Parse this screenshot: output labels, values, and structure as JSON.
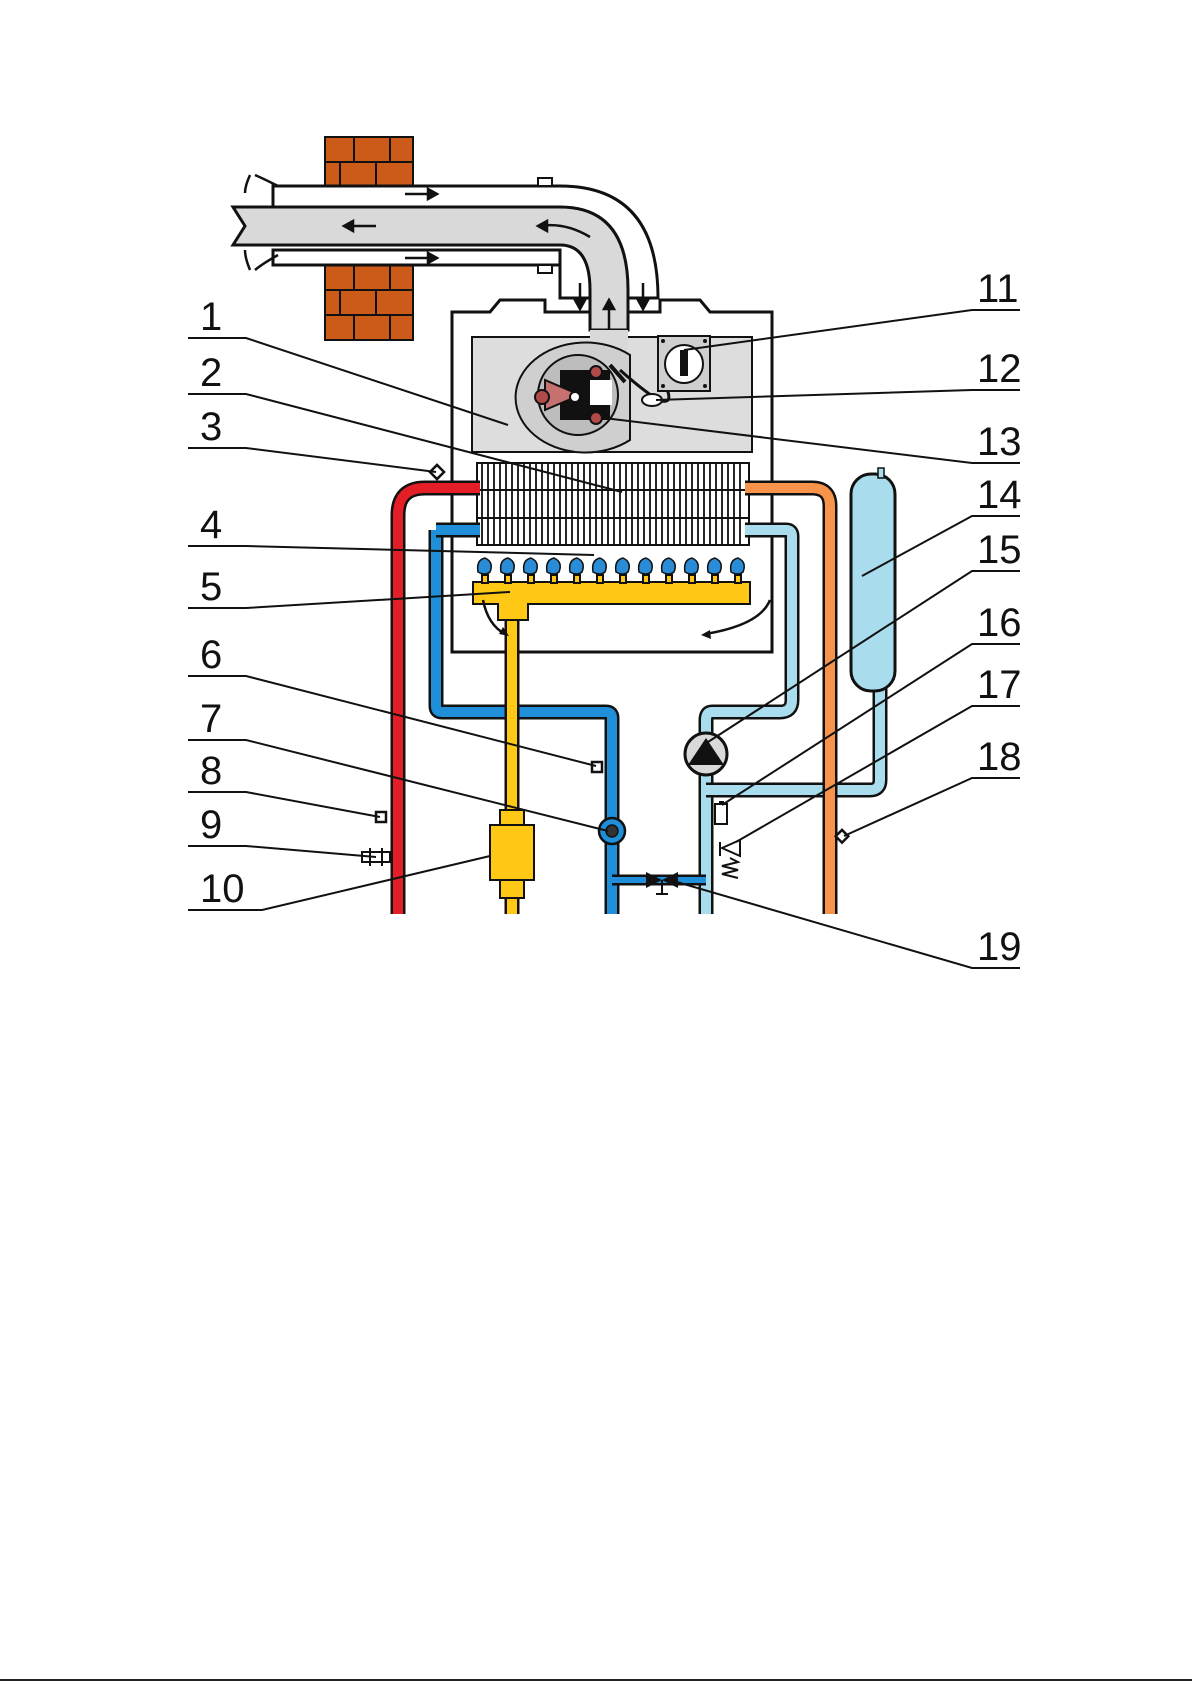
{
  "diagram": {
    "callouts": [
      {
        "number": "1"
      },
      {
        "number": "2"
      },
      {
        "number": "3"
      },
      {
        "number": "4"
      },
      {
        "number": "5"
      },
      {
        "number": "6"
      },
      {
        "number": "7"
      },
      {
        "number": "8"
      },
      {
        "number": "9"
      },
      {
        "number": "10"
      },
      {
        "number": "11"
      },
      {
        "number": "12"
      },
      {
        "number": "13"
      },
      {
        "number": "14"
      },
      {
        "number": "15"
      },
      {
        "number": "16"
      },
      {
        "number": "17"
      },
      {
        "number": "18"
      },
      {
        "number": "19"
      }
    ],
    "colors": {
      "flow_hot": "#e41e26",
      "return_cold": "#1e8fd8",
      "dhw_light": "#a9ddee",
      "dhw_hot": "#f7934a",
      "gas": "#ffc815",
      "casing": "#dddddd",
      "flue": "#d9d9d9",
      "brick": "#cc5a18",
      "black": "#111111"
    }
  }
}
